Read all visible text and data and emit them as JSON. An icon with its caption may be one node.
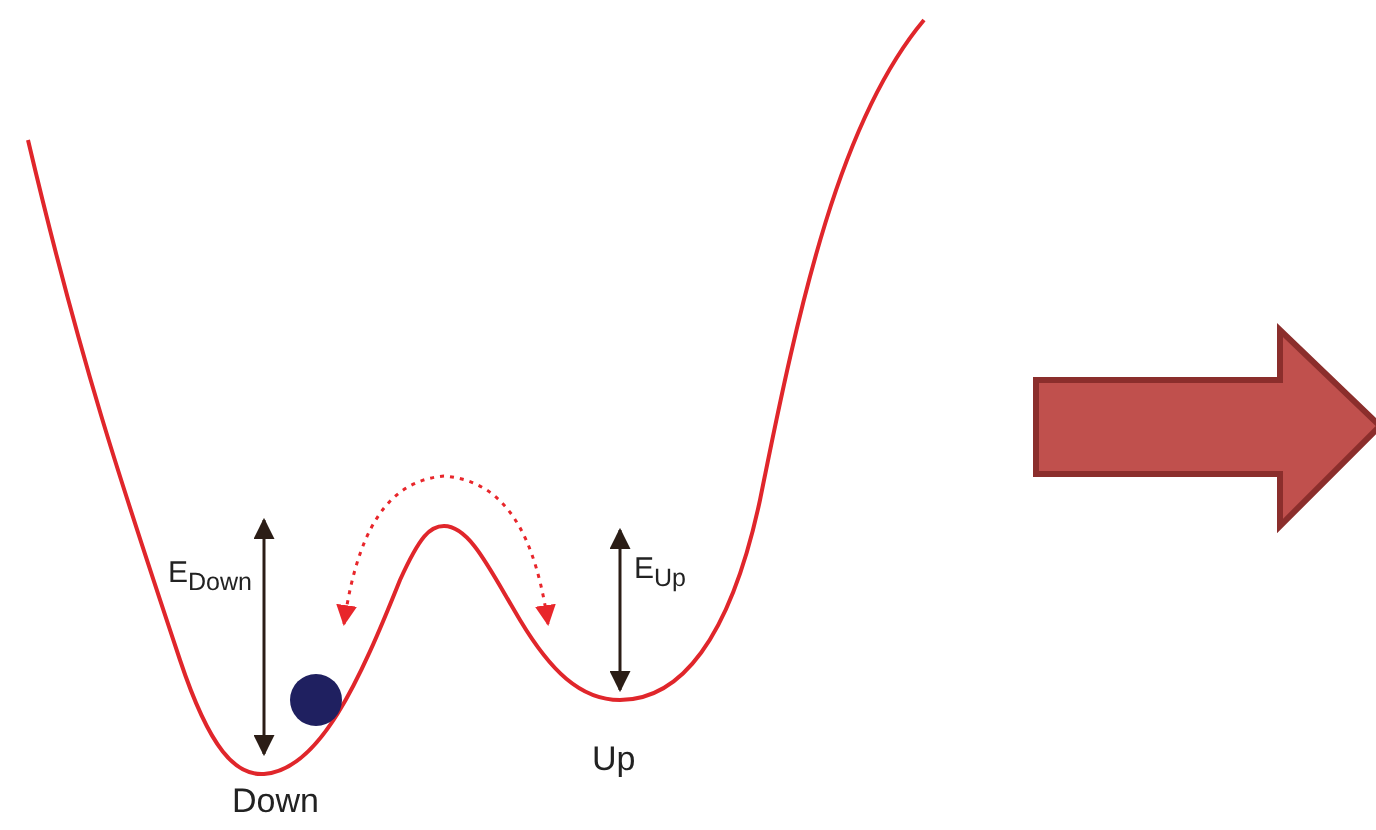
{
  "diagram": {
    "labels": [
      "E$_{Down}$",
      "E$_{Up}$",
      "Down",
      "Up"
    ]
  }
}
